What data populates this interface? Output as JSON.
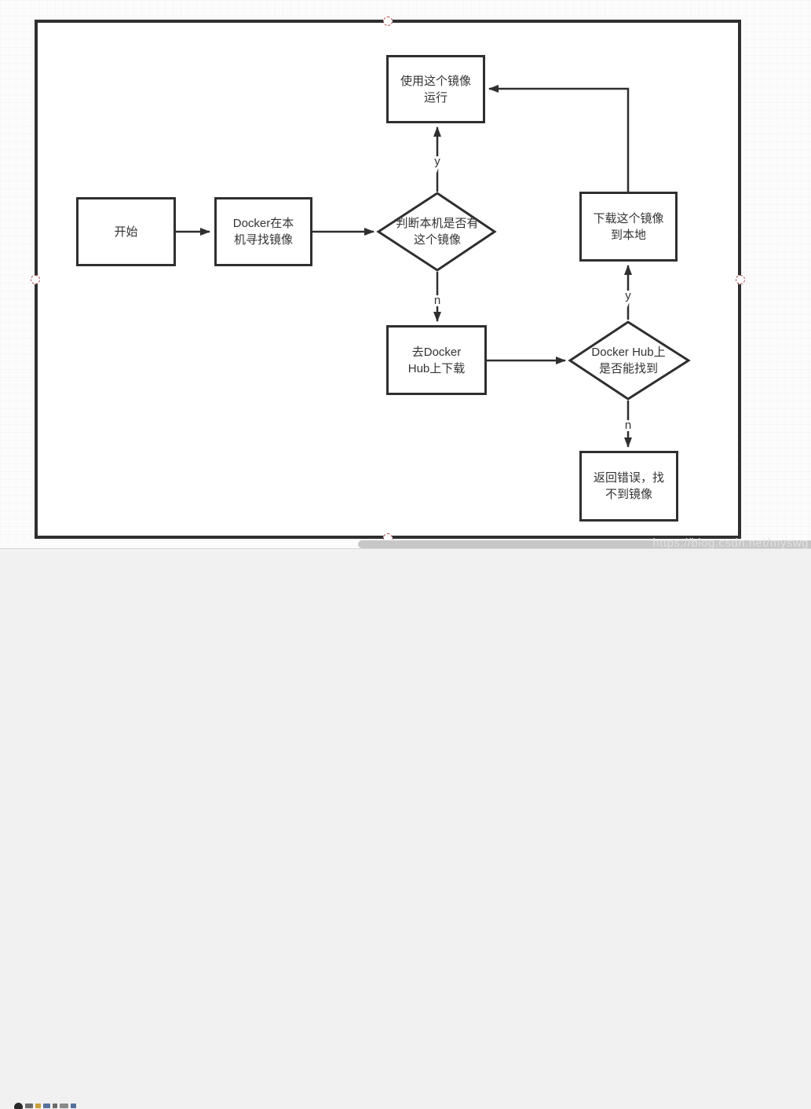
{
  "canvas": {
    "watermark": "https://blog.csdn.net/myswg"
  },
  "flowchart": {
    "nodes": {
      "start": {
        "type": "rect",
        "label": "开始"
      },
      "find_local": {
        "type": "rect",
        "label": "Docker在本\n机寻找镜像"
      },
      "decision_local": {
        "type": "diamond",
        "label": "判断本机是否有\n这个镜像"
      },
      "run_image": {
        "type": "rect",
        "label": "使用这个镜像\n运行"
      },
      "goto_hub": {
        "type": "rect",
        "label": "去Docker\nHub上下载"
      },
      "decision_hub": {
        "type": "diamond",
        "label": "Docker Hub上\n是否能找到"
      },
      "download_image": {
        "type": "rect",
        "label": "下载这个镜像\n到本地"
      },
      "return_error": {
        "type": "rect",
        "label": "返回错误，找\n不到镜像"
      }
    },
    "edge_labels": {
      "local_yes": "y",
      "local_no": "n",
      "hub_yes": "y",
      "hub_no": "n"
    },
    "colors": {
      "shape_stroke": "#2f2f2f",
      "handle_border": "#b05050",
      "grid_line": "#ececec"
    }
  }
}
